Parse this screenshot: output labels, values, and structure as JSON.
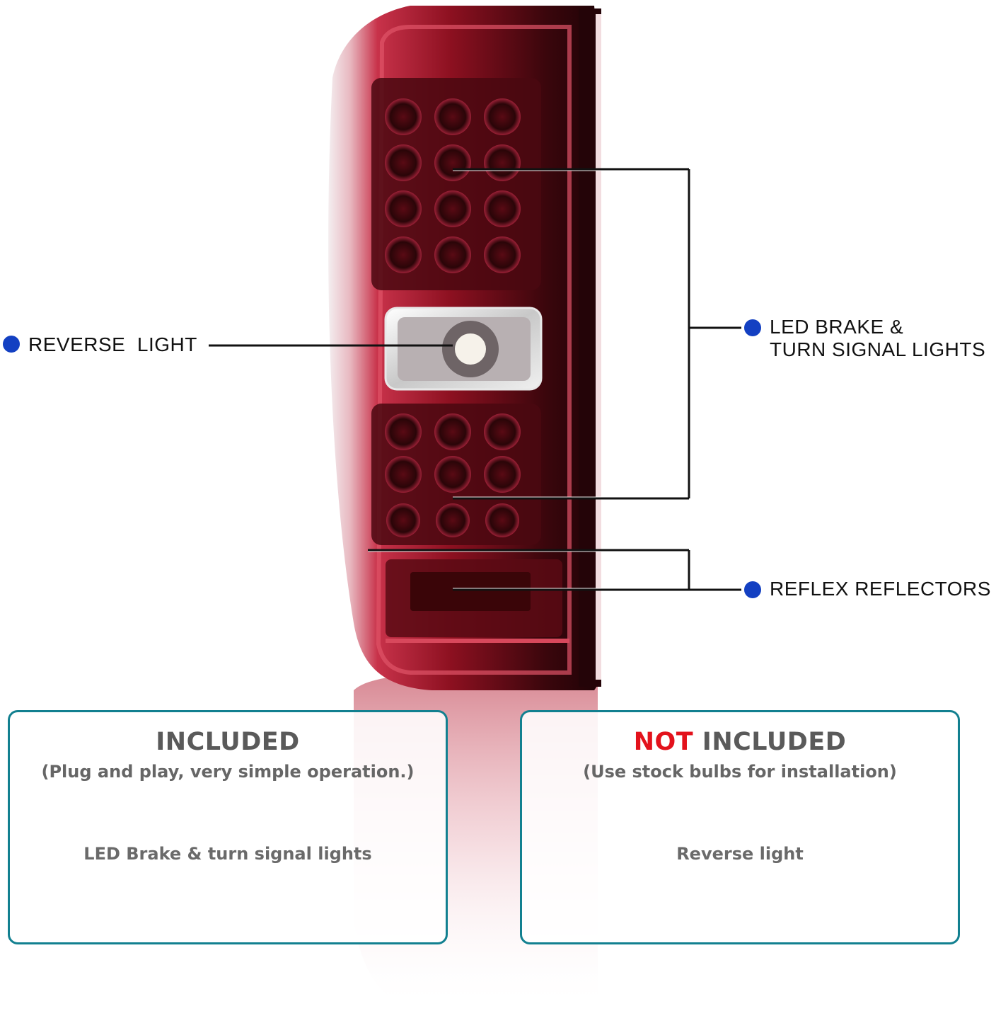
{
  "colors": {
    "callout_dot": "#1340c2",
    "box_border": "#128090",
    "not_highlight": "#e3121c",
    "lens_red": "#a8162a",
    "lens_dark": "#2a0508"
  },
  "callouts": {
    "reverse_light": "REVERSE  LIGHT",
    "led_brake_line1": "LED BRAKE &",
    "led_brake_line2": "TURN SIGNAL LIGHTS",
    "reflex_reflectors": "REFLEX REFLECTORS"
  },
  "included_box": {
    "title": "INCLUDED",
    "subtitle": "(Plug and play, very simple operation.)",
    "item": "LED Brake & turn signal lights"
  },
  "not_included_box": {
    "title_highlight": "NOT",
    "title_rest": " INCLUDED",
    "subtitle": "(Use stock bulbs for installation)",
    "item": "Reverse light"
  }
}
